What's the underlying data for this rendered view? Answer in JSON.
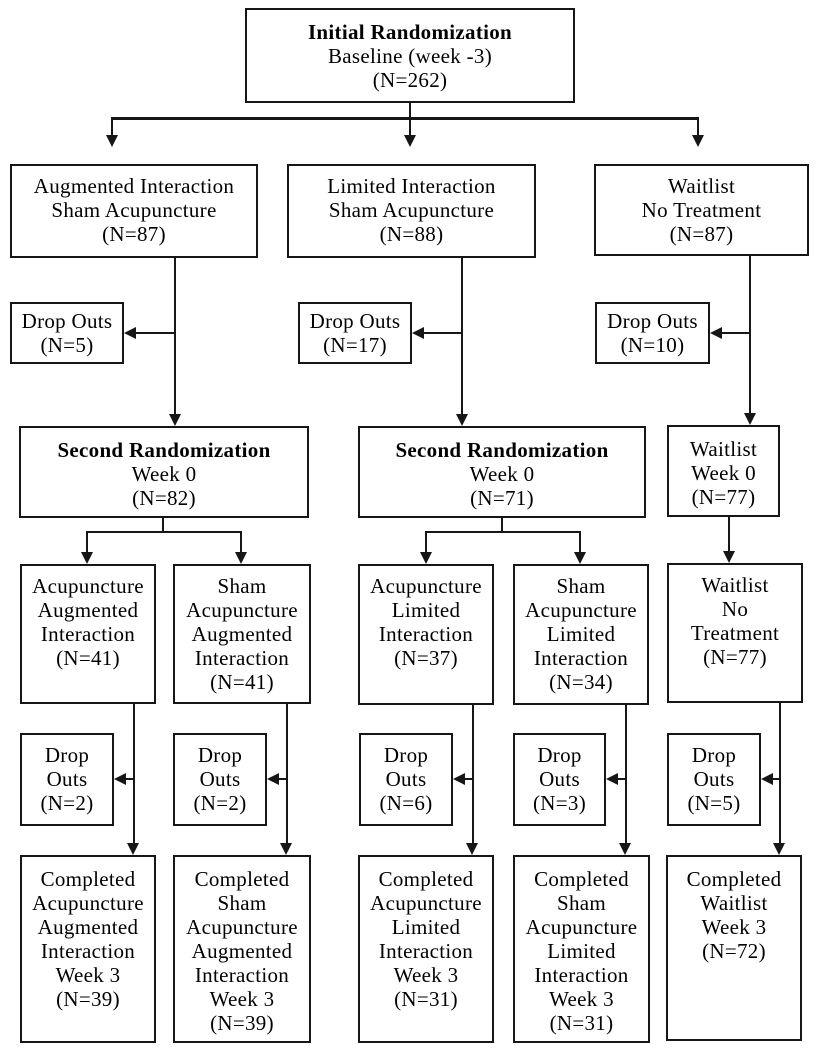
{
  "colors": {
    "background": "#ffffff",
    "box_border": "#161616",
    "line": "#161616",
    "text": "#000000"
  },
  "nodes": {
    "initial_randomization": {
      "title": "Initial Randomization",
      "lines": [
        "Baseline (week -3)",
        "(N=262)"
      ]
    },
    "augmented_sham": {
      "lines": [
        "Augmented Interaction",
        "Sham Acupuncture",
        "(N=87)"
      ]
    },
    "limited_sham": {
      "lines": [
        "Limited Interaction",
        "Sham Acupuncture",
        "(N=88)"
      ]
    },
    "waitlist_no_treatment": {
      "lines": [
        "Waitlist",
        "No Treatment",
        "(N=87)"
      ]
    },
    "dropouts_augmented": {
      "lines": [
        "Drop Outs",
        "(N=5)"
      ]
    },
    "dropouts_limited": {
      "lines": [
        "Drop Outs",
        "(N=17)"
      ]
    },
    "dropouts_waitlist": {
      "lines": [
        "Drop Outs",
        "(N=10)"
      ]
    },
    "second_rand_augmented": {
      "title": "Second Randomization",
      "lines": [
        "Week 0",
        "(N=82)"
      ]
    },
    "second_rand_limited": {
      "title": "Second Randomization",
      "lines": [
        "Week 0",
        "(N=71)"
      ]
    },
    "waitlist_week0": {
      "lines": [
        "Waitlist",
        "Week 0",
        "(N=77)"
      ]
    },
    "acu_augmented": {
      "lines": [
        "Acupuncture",
        "Augmented",
        "Interaction",
        "(N=41)"
      ]
    },
    "sham_augmented": {
      "lines": [
        "Sham",
        "Acupuncture",
        "Augmented",
        "Interaction",
        "(N=41)"
      ]
    },
    "acu_limited": {
      "lines": [
        "Acupuncture",
        "Limited",
        "Interaction",
        "(N=37)"
      ]
    },
    "sham_limited": {
      "lines": [
        "Sham",
        "Acupuncture",
        "Limited",
        "Interaction",
        "(N=34)"
      ]
    },
    "waitlist_no_treatment2": {
      "lines": [
        "Waitlist",
        "No",
        "Treatment",
        "(N=77)"
      ]
    },
    "dropouts_acu_augmented": {
      "lines": [
        "Drop",
        "Outs",
        "(N=2)"
      ]
    },
    "dropouts_sham_augmented": {
      "lines": [
        "Drop",
        "Outs",
        "(N=2)"
      ]
    },
    "dropouts_acu_limited": {
      "lines": [
        "Drop",
        "Outs",
        "(N=6)"
      ]
    },
    "dropouts_sham_limited": {
      "lines": [
        "Drop",
        "Outs",
        "(N=3)"
      ]
    },
    "dropouts_waitlist2": {
      "lines": [
        "Drop",
        "Outs",
        "(N=5)"
      ]
    },
    "completed_acu_augmented": {
      "lines": [
        "Completed",
        "Acupuncture",
        "Augmented",
        "Interaction",
        "Week 3",
        "(N=39)"
      ]
    },
    "completed_sham_augmented": {
      "lines": [
        "Completed",
        "Sham",
        "Acupuncture",
        "Augmented",
        "Interaction",
        "Week 3",
        "(N=39)"
      ]
    },
    "completed_acu_limited": {
      "lines": [
        "Completed",
        "Acupuncture",
        "Limited",
        "Interaction",
        "Week 3",
        "(N=31)"
      ]
    },
    "completed_sham_limited": {
      "lines": [
        "Completed",
        "Sham",
        "Acupuncture",
        "Limited",
        "Interaction",
        "Week 3",
        "(N=31)"
      ]
    },
    "completed_waitlist": {
      "lines": [
        "Completed",
        "Waitlist",
        "Week 3",
        "(N=72)"
      ]
    }
  }
}
